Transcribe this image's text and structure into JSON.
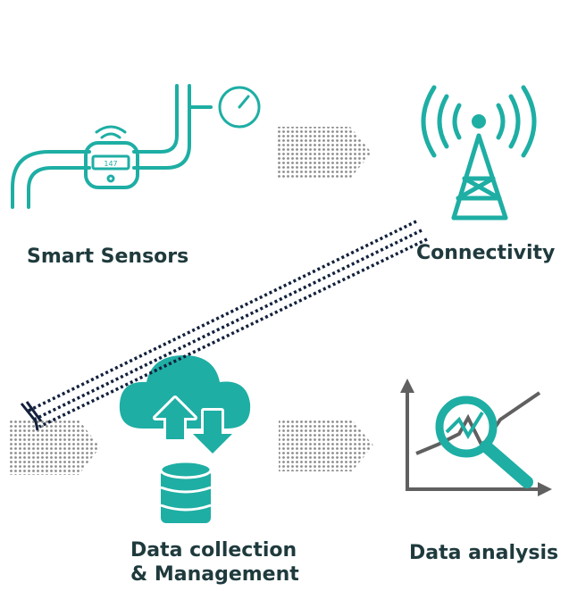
{
  "diagram": {
    "accent_color": "#1eaea4",
    "text_color": "#1f3a3d",
    "arrow_color": "#8c8c8c",
    "connector_color": "#13213d",
    "nodes": {
      "sensors": {
        "label": "Smart Sensors",
        "icon": "smart-meter-pipe-icon",
        "meter_reading": "147"
      },
      "connectivity": {
        "label": "Connectivity",
        "icon": "radio-tower-icon"
      },
      "collection": {
        "line1": "Data collection",
        "line2": "& Management",
        "icon": "cloud-database-icon"
      },
      "analysis": {
        "label": "Data analysis",
        "icon": "chart-magnifier-icon"
      }
    }
  }
}
